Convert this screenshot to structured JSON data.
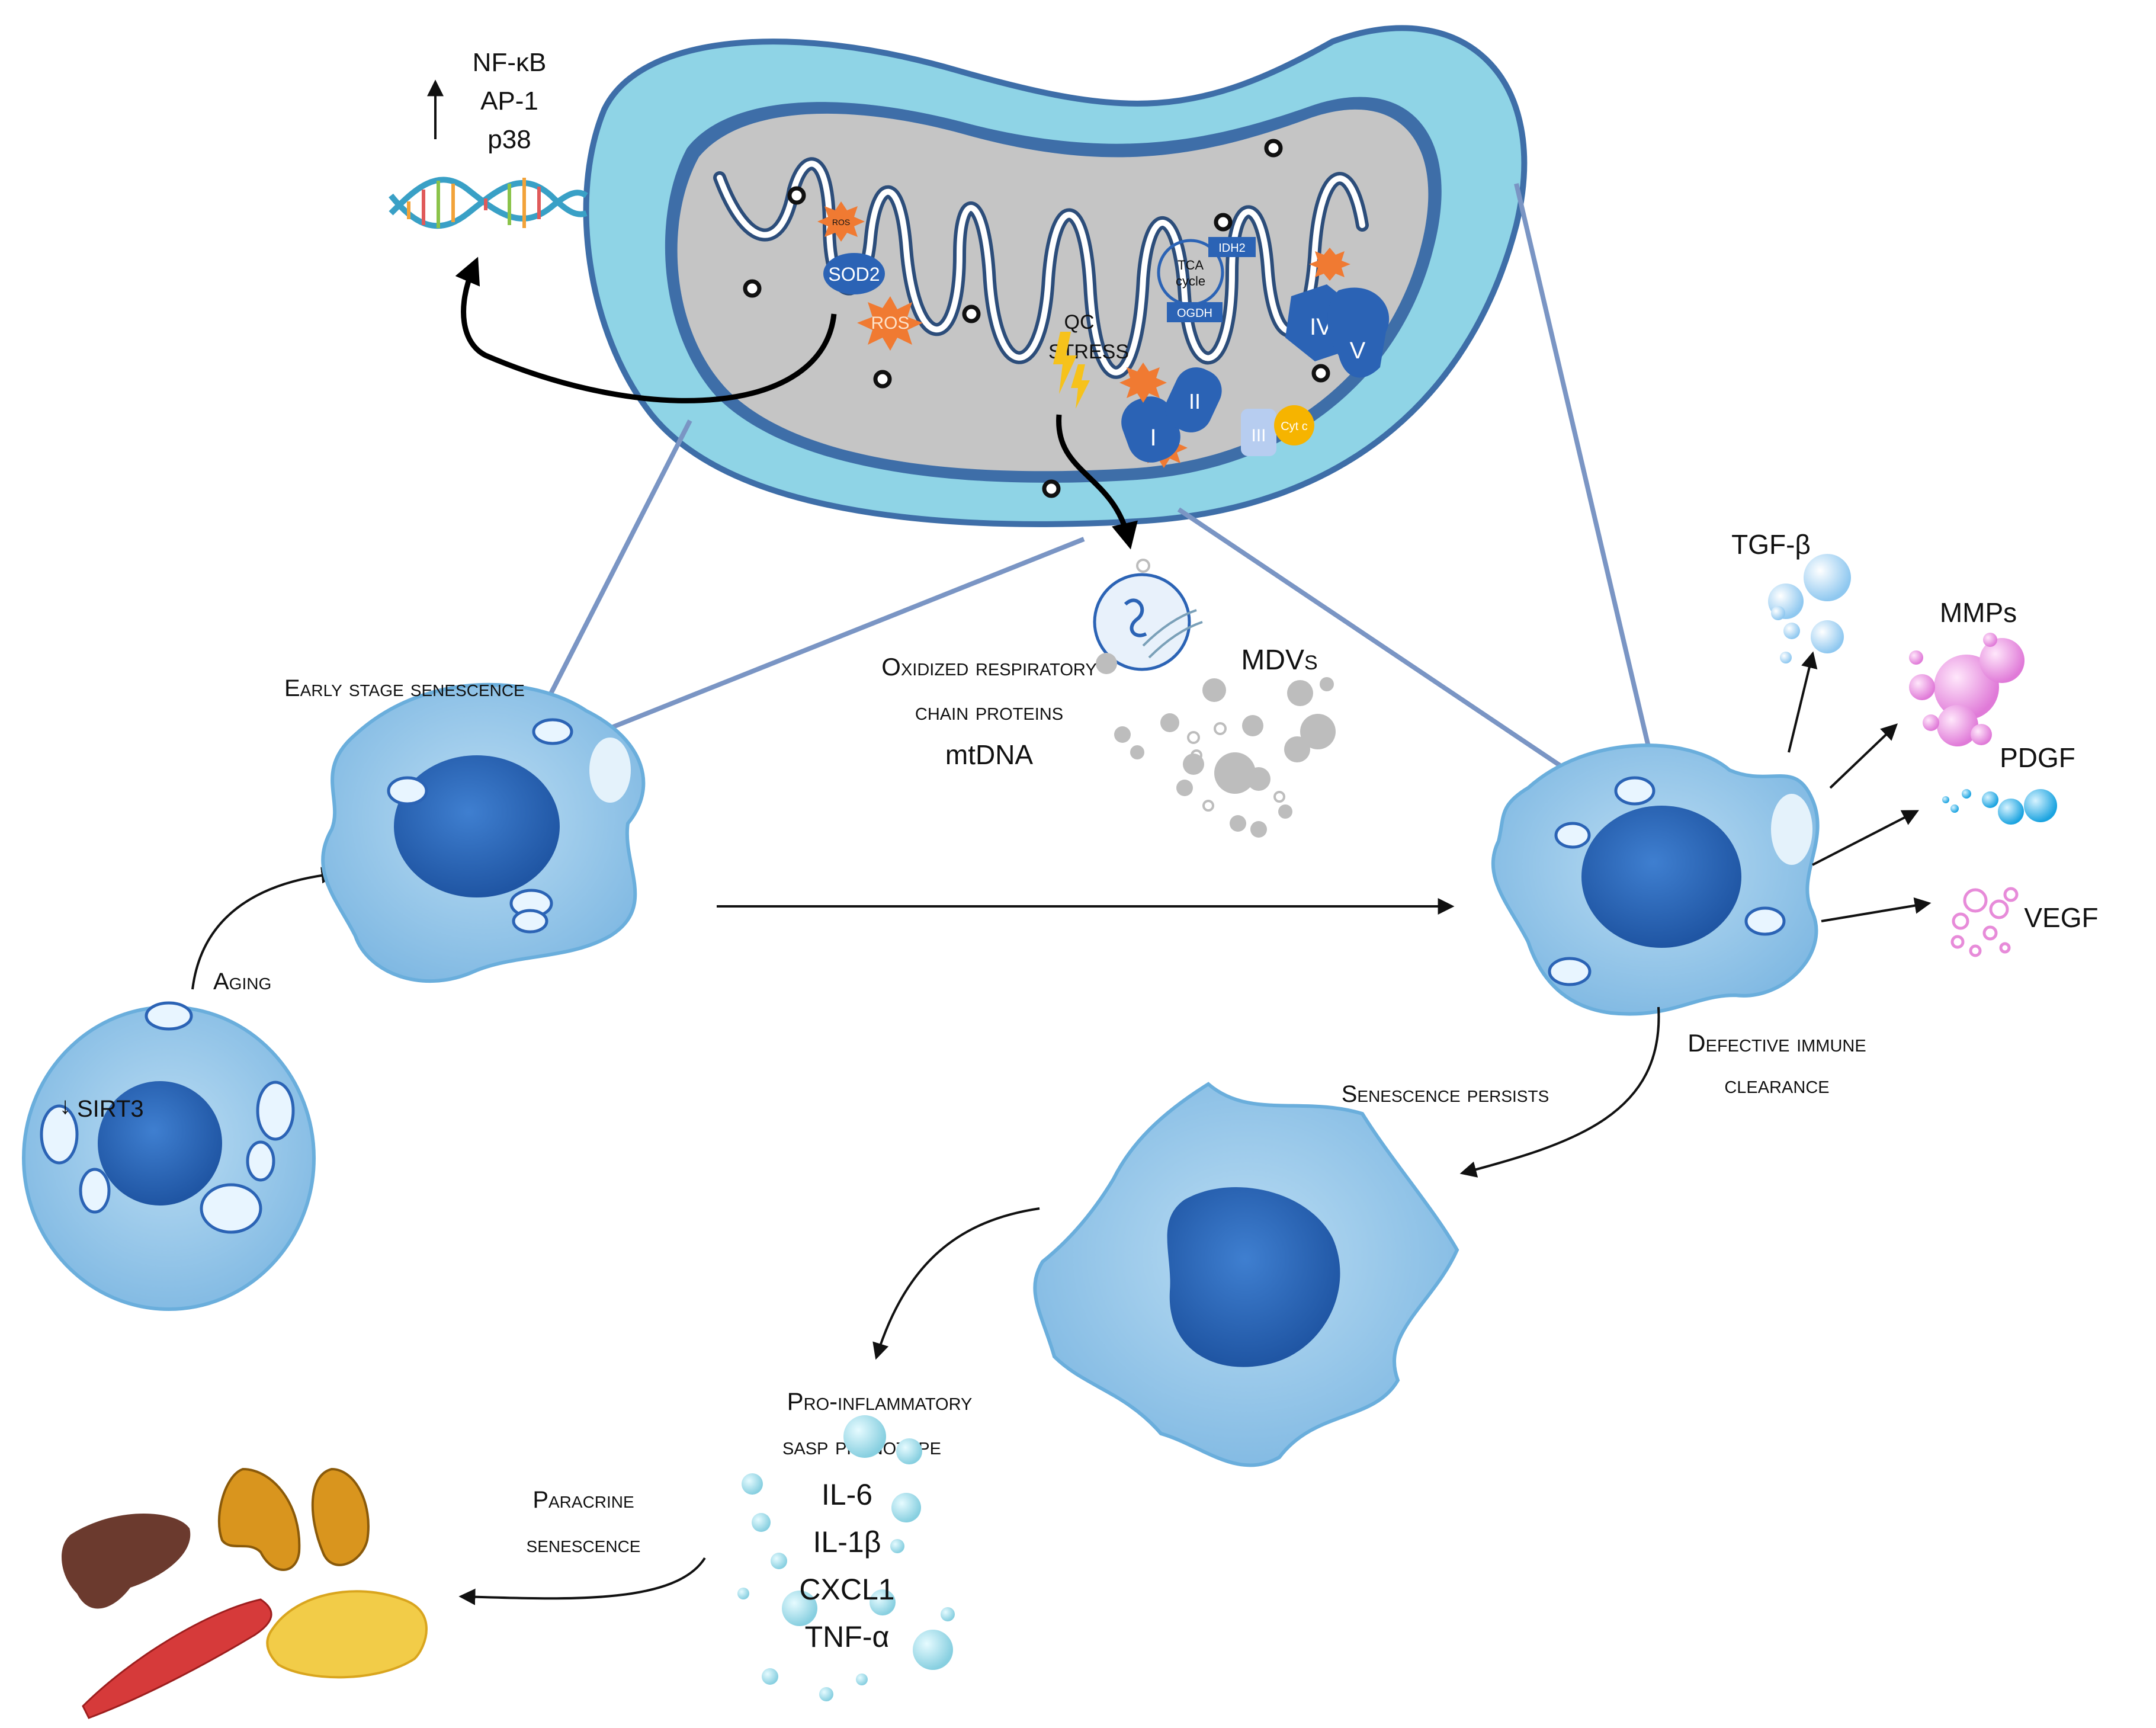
{
  "signals": {
    "nfkb": "NF-κB",
    "ap1": "AP-1",
    "p38": "p38"
  },
  "mito": {
    "sod2": "SOD2",
    "ros": "ROS",
    "ros_small": "ROS",
    "qc": "QC",
    "stress": "STRESS",
    "tca": "TCA",
    "cycle": "cycle",
    "idh2": "IDH2",
    "ogdh": "OGDH",
    "complex_i": "I",
    "complex_ii": "II",
    "complex_iii": "III",
    "cytc": "Cyt c",
    "complex_iv": "IV",
    "complex_v": "V"
  },
  "labels": {
    "early": "Early stage senescence",
    "oxidized_1": "Oxidized respiratory",
    "oxidized_2": "chain proteins",
    "mtdna": "mtDNA",
    "mdvs": "MDVs",
    "sirt3": "SIRT3",
    "aging": "Aging",
    "defective_1": "Defective immune",
    "defective_2": "clearance",
    "persists": "Senescence persists",
    "proinf_1": "Pro-inflammatory",
    "proinf_2": "sasp phenotype",
    "paracrine_1": "Paracrine",
    "paracrine_2": "senescence"
  },
  "sasp": [
    "IL-6",
    "IL-1β",
    "CXCL1",
    "TNF-α"
  ],
  "factors": {
    "tgfb": "TGF-β",
    "mmps": "MMPs",
    "pdgf": "PDGF",
    "vegf": "VEGF"
  },
  "colors": {
    "cell_light": "#a9d3ef",
    "cell_mid": "#7db8e3",
    "nucleus": "#2c68b8",
    "mito_outer": "#8fd0e3",
    "mito_membrane": "#3e6ea8",
    "mito_matrix": "#c5c5c5",
    "ros": "#f07a32",
    "complex": "#2b63b5",
    "connector": "#7a95c4"
  }
}
